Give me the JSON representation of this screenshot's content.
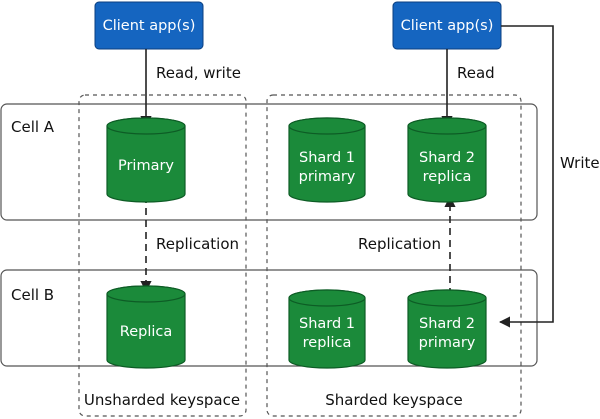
{
  "clients": {
    "left_label": "Client app(s)",
    "right_label": "Client app(s)"
  },
  "cells": {
    "a_label": "Cell A",
    "b_label": "Cell B"
  },
  "keyspaces": {
    "unsharded_label": "Unsharded keyspace",
    "sharded_label": "Sharded keyspace"
  },
  "edges": {
    "read_write_label": "Read, write",
    "read_label": "Read",
    "write_label": "Write",
    "replication_left_label": "Replication",
    "replication_right_label": "Replication"
  },
  "databases": {
    "primary": [
      "Primary"
    ],
    "replica": [
      "Replica"
    ],
    "a_shard1": [
      "Shard 1",
      "primary"
    ],
    "a_shard2": [
      "Shard 2",
      "replica"
    ],
    "b_shard1": [
      "Shard 1",
      "replica"
    ],
    "b_shard2": [
      "Shard 2",
      "primary"
    ]
  },
  "colors": {
    "client_fill": "#1565c0",
    "db_fill": "#1b8a3a",
    "db_stroke": "#0d5c25",
    "line": "#222222"
  }
}
